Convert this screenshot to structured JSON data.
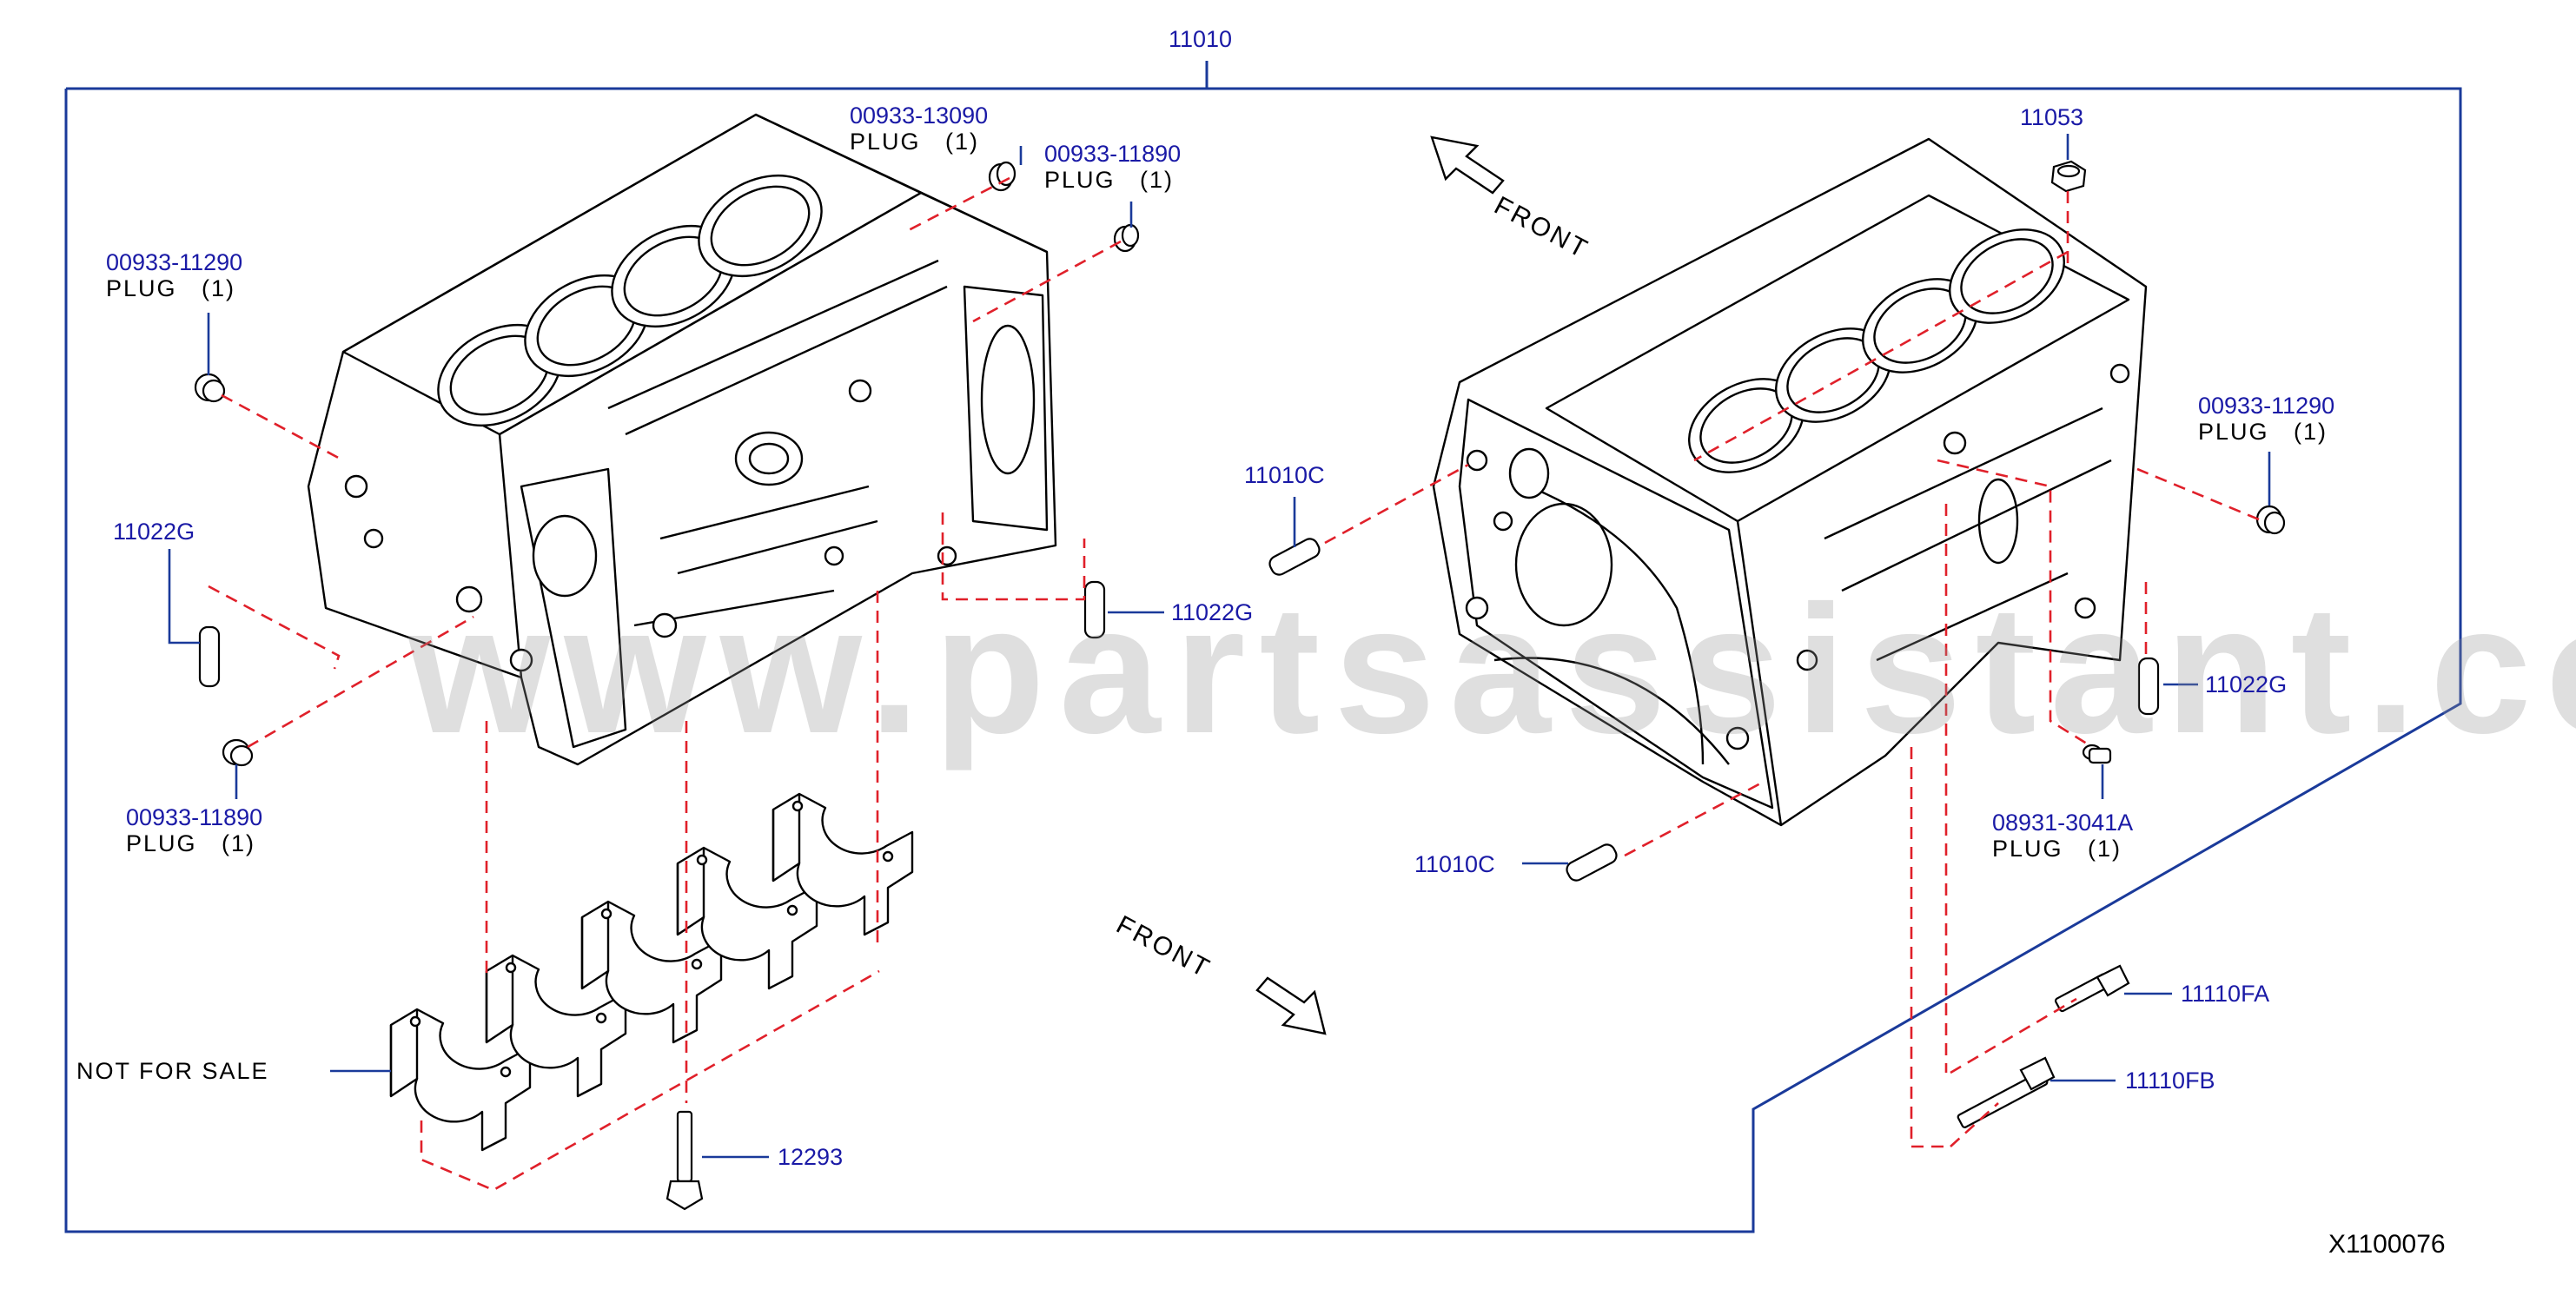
{
  "watermark": "www.partsassistant.com",
  "figure_code": "X1100076",
  "front_label": "FRONT",
  "callouts": {
    "assembly_11010": {
      "part": "11010"
    },
    "plug_top_13090": {
      "part": "00933-13090",
      "desc": "PLUG",
      "qty": "(1)"
    },
    "plug_top_11890": {
      "part": "00933-11890",
      "desc": "PLUG",
      "qty": "(1)"
    },
    "plug_left_11290": {
      "part": "00933-11290",
      "desc": "PLUG",
      "qty": "(1)"
    },
    "dowel_left_11022g": {
      "part": "11022G"
    },
    "dowel_mid_11022g": {
      "part": "11022G"
    },
    "plug_bottom_11890": {
      "part": "00933-11890",
      "desc": "PLUG",
      "qty": "(1)"
    },
    "not_for_sale": {
      "desc": "NOT  FOR  SALE"
    },
    "bolt_12293": {
      "part": "12293"
    },
    "plug_11053": {
      "part": "11053"
    },
    "dowel_11010c_upper": {
      "part": "11010C"
    },
    "dowel_11010c_lower": {
      "part": "11010C"
    },
    "plug_right_11290": {
      "part": "00933-11290",
      "desc": "PLUG",
      "qty": "(1)"
    },
    "dowel_right_11022g": {
      "part": "11022G"
    },
    "plug_3041a": {
      "part": "08931-3041A",
      "desc": "PLUG",
      "qty": "(1)"
    },
    "bolt_11110fa": {
      "part": "11110FA"
    },
    "bolt_11110fb": {
      "part": "11110FB"
    }
  },
  "colors": {
    "part_number": "#1a1aa6",
    "leader": "#1a3a9a",
    "dashed": "#e0202a",
    "linework": "#000000"
  }
}
